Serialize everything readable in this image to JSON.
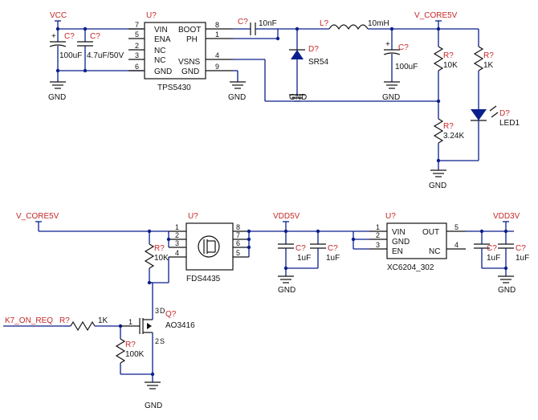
{
  "top": {
    "net_vcc": "VCC",
    "cin1_ref": "C?",
    "cin1_val": "100uF",
    "cin2_ref": "C?",
    "cin2_val": "4.7uF/50V",
    "u1_ref": "U?",
    "u1_part": "TPS5430",
    "u1_pins_left": [
      "VIN",
      "ENA",
      "NC",
      "NC",
      "GND"
    ],
    "u1_pins_right": [
      "BOOT",
      "PH",
      "VSNS",
      "GND"
    ],
    "u1_pin_nums_left": [
      "7",
      "5",
      "2",
      "3",
      "6"
    ],
    "u1_pin_nums_right": [
      "8",
      "1",
      "4",
      "9"
    ],
    "cboot_ref": "C?",
    "cboot_val": "10nF",
    "l1_ref": "L?",
    "l1_val": "10mH",
    "d1_ref": "D?",
    "d1_val": "SR54",
    "cout_ref": "C?",
    "cout_val": "100uF",
    "net_vcore": "V_CORE5V",
    "r1_ref": "R?",
    "r1_val": "10K",
    "r2_ref": "R?",
    "r2_val": "1K",
    "r3_ref": "R?",
    "r3_val": "3.24K",
    "led_ref": "D?",
    "led_val": "LED1",
    "gnd": "GND"
  },
  "bottom": {
    "net_vcore": "V_CORE5V",
    "u2_ref": "U?",
    "u2_part": "FDS4435",
    "u2_pin_nums_left": [
      "1",
      "2",
      "3",
      "4"
    ],
    "u2_pin_nums_right": [
      "8",
      "7",
      "6",
      "5"
    ],
    "r4_ref": "R?",
    "r4_val": "10K",
    "net_vdd5": "VDD5V",
    "c5_ref": "C?",
    "c5_val": "1uF",
    "c6_ref": "C?",
    "c6_val": "1uF",
    "u3_ref": "U?",
    "u3_part": "XC6204_302",
    "u3_pins_left": [
      "VIN",
      "GND",
      "EN"
    ],
    "u3_pins_right": [
      "OUT",
      "NC"
    ],
    "u3_pin_nums_left": [
      "1",
      "2",
      "3"
    ],
    "u3_pin_nums_right": [
      "5",
      "4"
    ],
    "net_vdd3": "VDD3V",
    "c7_ref": "C?",
    "c7_val": "1uF",
    "c8_ref": "C?",
    "c8_val": "1uF",
    "net_k7": "K7_ON_REQ",
    "r5_ref": "R?",
    "r5_val": "1K",
    "r6_ref": "R?",
    "r6_val": "100K",
    "q1_ref": "Q?",
    "q1_part": "AO3416",
    "q1_pin_g": "1",
    "q1_pin_d": "3",
    "q1_pin_s": "2",
    "q1_lbl_d": "D",
    "q1_lbl_s": "S",
    "gnd": "GND"
  }
}
